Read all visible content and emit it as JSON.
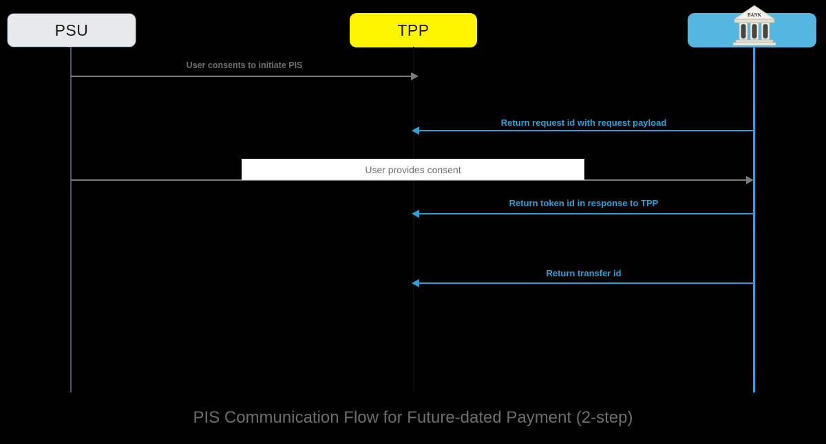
{
  "diagram": {
    "caption": "PIS Communication Flow for Future-dated Payment (2-step)",
    "actors": [
      {
        "id": "psu",
        "label": "PSU",
        "box_color": "#e8e9eb",
        "border_color": "#3d4a5c",
        "lifeline_color": "#4b5768"
      },
      {
        "id": "tpp",
        "label": "TPP",
        "box_color": "#fdf500",
        "border_color": "#fdf500",
        "lifeline_color": "#0c0c0c"
      },
      {
        "id": "bank",
        "label": "",
        "box_color": "#53b7e2",
        "border_color": "#53b7e2",
        "lifeline_color": "#29a3dc"
      }
    ],
    "bank_icon_label": "BANK",
    "messages": [
      {
        "id": "m1",
        "label": "User consents to initiate PIS",
        "from": "psu",
        "to": "tpp",
        "color": "#7b7b7b",
        "direction": "right"
      },
      {
        "id": "m2",
        "label": "Return request id with request payload",
        "from": "bank",
        "to": "tpp",
        "color": "#29a3dc",
        "direction": "left"
      },
      {
        "id": "m3",
        "label": "",
        "from": "psu",
        "to": "bank",
        "color": "#7b7b7b",
        "direction": "right"
      },
      {
        "id": "m4",
        "label": "Return token id in response to TPP",
        "from": "bank",
        "to": "tpp",
        "color": "#29a3dc",
        "direction": "left"
      },
      {
        "id": "m5",
        "label": "Return transfer id",
        "from": "bank",
        "to": "tpp",
        "color": "#29a3dc",
        "direction": "left"
      }
    ],
    "activation": {
      "label": "User provides consent",
      "fill": "#ffffff",
      "text_color": "#707070"
    }
  }
}
